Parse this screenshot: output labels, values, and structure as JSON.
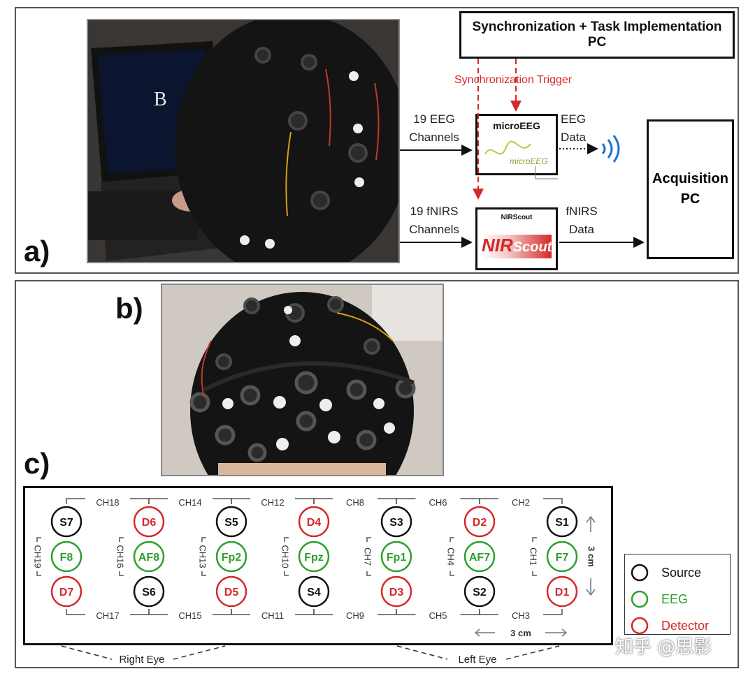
{
  "panel_a": {
    "label": "a)",
    "photo_screen_letter": "B",
    "sync_pc": "Synchronization + Task Implementation PC",
    "sync_trigger": "Synchronization Trigger",
    "eeg_channels": [
      "19 EEG",
      "Channels"
    ],
    "fnirs_channels": [
      "19 fNIRS",
      "Channels"
    ],
    "microeeg_title": "microEEG",
    "microeeg_logo": "microEEG",
    "nirscout_small": "NIRScout",
    "nirscout_logo_a": "NIR",
    "nirscout_logo_b": "Scout",
    "eeg_data": [
      "EEG",
      "Data"
    ],
    "fnirs_data": [
      "fNIRS",
      "Data"
    ],
    "acq_pc": [
      "Acquisition",
      "PC"
    ]
  },
  "panel_b": {
    "label": "b)"
  },
  "panel_c": {
    "label": "c)",
    "top_channels": [
      "CH18",
      "CH14",
      "CH12",
      "CH8",
      "CH6",
      "CH2"
    ],
    "bottom_channels": [
      "CH17",
      "CH15",
      "CH11",
      "CH9",
      "CH5",
      "CH3"
    ],
    "side_channels": [
      "CH19",
      "CH16",
      "CH13",
      "CH10",
      "CH7",
      "CH4",
      "CH1"
    ],
    "row_top": [
      {
        "text": "S7",
        "kind": "source"
      },
      {
        "text": "D6",
        "kind": "detector"
      },
      {
        "text": "S5",
        "kind": "source"
      },
      {
        "text": "D4",
        "kind": "detector"
      },
      {
        "text": "S3",
        "kind": "source"
      },
      {
        "text": "D2",
        "kind": "detector"
      },
      {
        "text": "S1",
        "kind": "source"
      }
    ],
    "row_mid": [
      {
        "text": "F8",
        "kind": "eeg"
      },
      {
        "text": "AF8",
        "kind": "eeg"
      },
      {
        "text": "Fp2",
        "kind": "eeg"
      },
      {
        "text": "Fpz",
        "kind": "eeg"
      },
      {
        "text": "Fp1",
        "kind": "eeg"
      },
      {
        "text": "AF7",
        "kind": "eeg"
      },
      {
        "text": "F7",
        "kind": "eeg"
      }
    ],
    "row_bot": [
      {
        "text": "D7",
        "kind": "detector"
      },
      {
        "text": "S6",
        "kind": "source"
      },
      {
        "text": "D5",
        "kind": "detector"
      },
      {
        "text": "S4",
        "kind": "source"
      },
      {
        "text": "D3",
        "kind": "detector"
      },
      {
        "text": "S2",
        "kind": "source"
      },
      {
        "text": "D1",
        "kind": "detector"
      }
    ],
    "vertical_scale": "3 cm",
    "horizontal_scale": "3 cm",
    "right_eye": "Right Eye",
    "left_eye": "Left Eye",
    "legend": [
      {
        "text": "Source",
        "kind": "source"
      },
      {
        "text": "EEG",
        "kind": "eeg"
      },
      {
        "text": "Detector",
        "kind": "detector"
      }
    ],
    "colors": {
      "source": "#111111",
      "eeg": "#2ca02c",
      "detector": "#d62828"
    }
  },
  "watermark": "知乎 @思影"
}
